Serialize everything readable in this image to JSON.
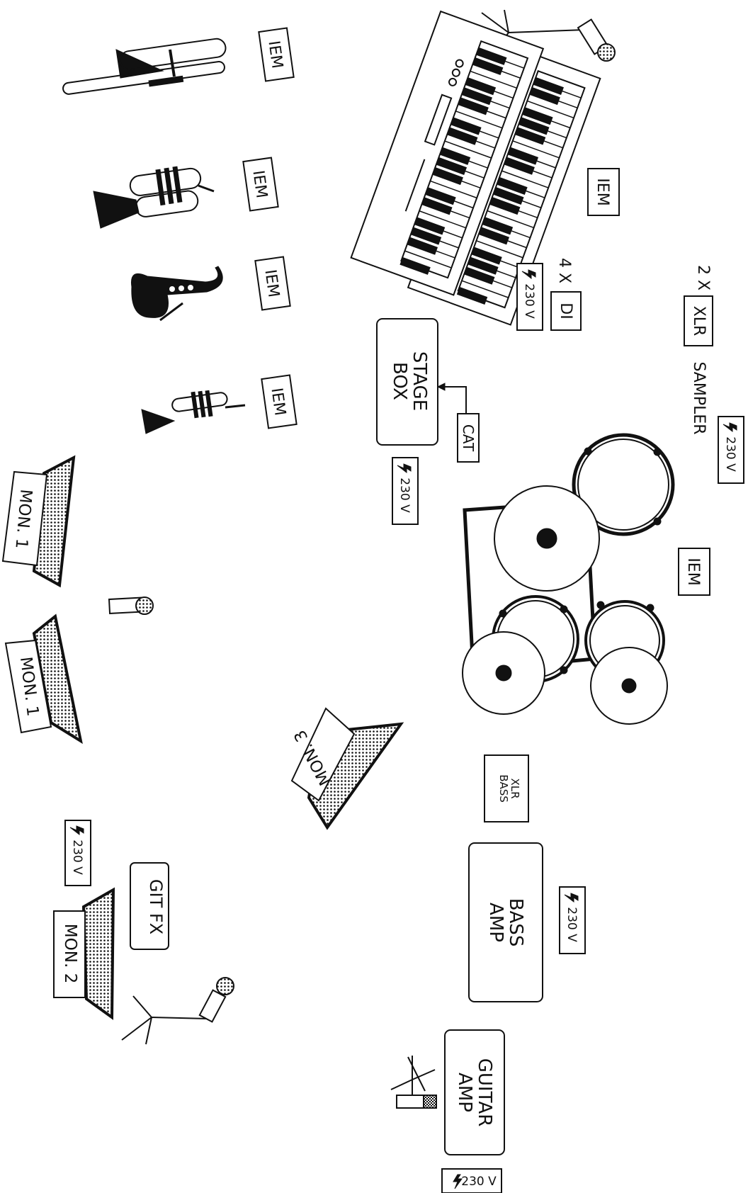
{
  "labels": {
    "iem": "IEM",
    "power": "230 V",
    "stage_box": [
      "STAGE",
      "BOX"
    ],
    "cat": "CAT",
    "di_count": "4 X",
    "di": "DI",
    "xlr_count": "2 X",
    "xlr": "XLR",
    "sampler": "SAMPLER",
    "mon1": "MON. 1",
    "mon2": "MON. 2",
    "mon3": "MON. 3",
    "git_fx": "GIT FX",
    "xlr_bass": [
      "XLR",
      "BASS"
    ],
    "bass_amp": [
      "BASS",
      "AMP"
    ],
    "guitar_amp": [
      "GUITAR",
      "AMP"
    ]
  },
  "icons": [
    "trombone-icon",
    "trumpet-icon",
    "saxophone-icon",
    "small-trumpet-icon",
    "keyboard-icon",
    "microphone-icon",
    "mic-stand-icon",
    "drum-kit-icon",
    "monitor-wedge-icon",
    "lightning-icon"
  ],
  "colors": {
    "ink": "#111111",
    "paper": "#ffffff"
  }
}
